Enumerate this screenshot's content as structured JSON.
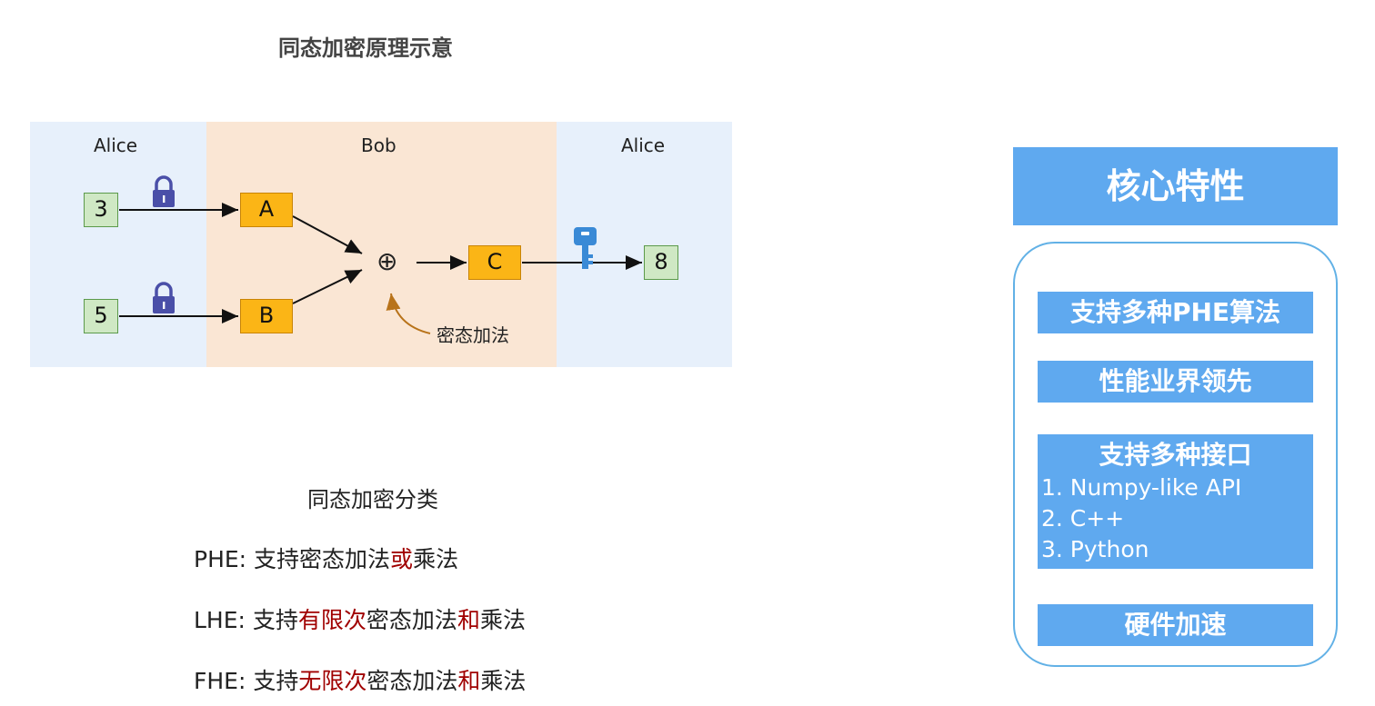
{
  "main_title": "同态加密原理示意",
  "diagram": {
    "zones": [
      "Alice",
      "Bob",
      "Alice"
    ],
    "inputs": [
      "3",
      "5"
    ],
    "ciphertexts": [
      "A",
      "B"
    ],
    "op_symbol": "⊕",
    "result_cipher": "C",
    "output": "8",
    "annotation": "密态加法",
    "colors": {
      "alice_bg": "#e7f0fb",
      "bob_bg": "#fae6d4",
      "plain_box": "#cfe8c4",
      "cipher_box": "#fbb516",
      "lock": "#4a4fa8",
      "key": "#3a8ad6",
      "annotation_arrow": "#b8731a"
    }
  },
  "classification": {
    "title": "同态加密分类",
    "phe": {
      "prefix": "PHE: 支持密态加法",
      "em": "或",
      "suffix": "乘法"
    },
    "lhe": {
      "prefix": "LHE: 支持",
      "em1": "有限次",
      "mid": "密态加法",
      "em2": "和",
      "suffix": "乘法"
    },
    "fhe": {
      "prefix": "FHE: 支持",
      "em1": "无限次",
      "mid": "密态加法",
      "em2": "和",
      "suffix": "乘法"
    },
    "highlight_color": "#a00000"
  },
  "core": {
    "header": "核心特性",
    "features": [
      {
        "title": "支持多种PHE算法"
      },
      {
        "title": "性能业界领先"
      },
      {
        "title": "支持多种接口",
        "items": [
          "1.  Numpy-like API",
          "2.  C++",
          "3.  Python"
        ]
      },
      {
        "title": "硬件加速"
      }
    ],
    "colors": {
      "accent": "#5fa9ef",
      "frame": "#62b1e6"
    }
  }
}
